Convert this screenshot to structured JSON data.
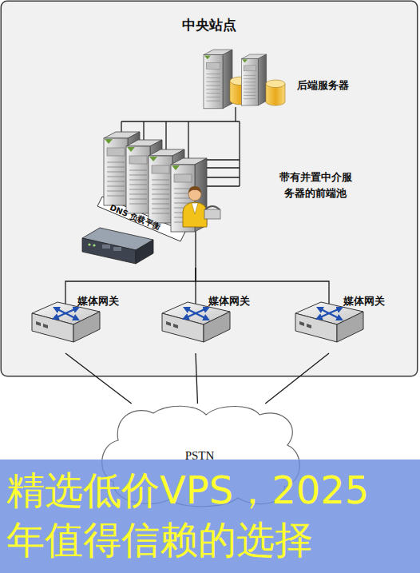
{
  "diagram": {
    "nodes": [
      {
        "text": [
          "中央站点"
        ]
      },
      {
        "text": [
          "后端服务器"
        ],
        "in": 0
      },
      {
        "text": [
          "带有并置中介服务器的前端池"
        ],
        "in": 0
      },
      {
        "text": [
          "媒体网关"
        ],
        "in": 0
      },
      {
        "text": [
          "媒体网关"
        ],
        "in": 0
      },
      {
        "text": [
          "媒体网关"
        ],
        "in": 0
      },
      {
        "text": [
          "PSTN"
        ]
      }
    ],
    "edges": [
      {
        "from": 2,
        "to": 1,
        "arrow": "none"
      },
      {
        "from": 2,
        "to": 3,
        "arrow": "none"
      },
      {
        "from": 2,
        "to": 4,
        "arrow": "none"
      },
      {
        "from": 2,
        "to": 5,
        "arrow": "none"
      },
      {
        "from": 3,
        "to": 6,
        "arrow": "none"
      },
      {
        "from": 4,
        "to": 6,
        "arrow": "none"
      },
      {
        "from": 5,
        "to": 6,
        "arrow": "none"
      }
    ],
    "labels": [
      "DNS 负载平衡",
      "精选低价VPS，2025年值得信赖的选择"
    ]
  }
}
